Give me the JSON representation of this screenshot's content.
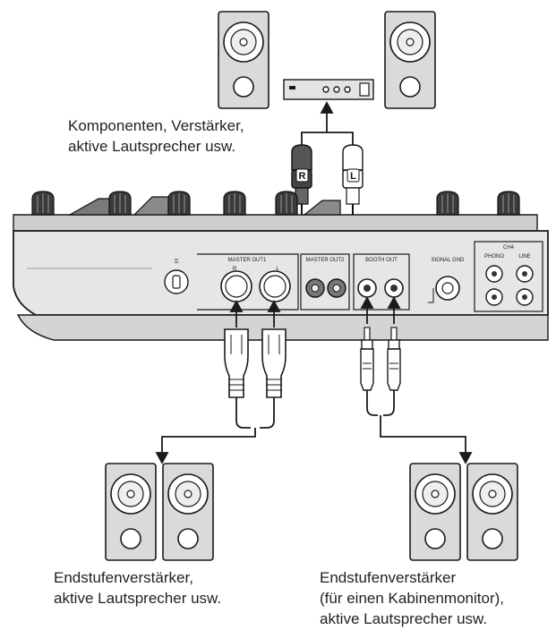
{
  "captions": {
    "top": {
      "line1": "Komponenten, Verstärker,",
      "line2": "aktive Lautsprecher usw."
    },
    "bottom_left": {
      "line1": "Endstufenverstärker,",
      "line2": "aktive Lautsprecher usw."
    },
    "bottom_right": {
      "line1": "Endstufenverstärker",
      "line2": "(für einen Kabinenmonitor),",
      "line3": "aktive Lautsprecher usw."
    }
  },
  "panel_labels": {
    "master_out1": "MASTER OUT1",
    "master_out2": "MASTER OUT2",
    "booth_out": "BOOTH OUT",
    "signal_gnd": "SIGNAL GND",
    "ch4": "CH4",
    "phono": "PHONO",
    "line": "LINE",
    "r": "R",
    "l": "L"
  },
  "plug_labels": {
    "r": "R",
    "l": "L"
  },
  "colors": {
    "line": "#1a1a1a",
    "device_gray": "#d9d9d9",
    "panel_gray": "#e6e6e6",
    "dark_plug": "#555555"
  }
}
